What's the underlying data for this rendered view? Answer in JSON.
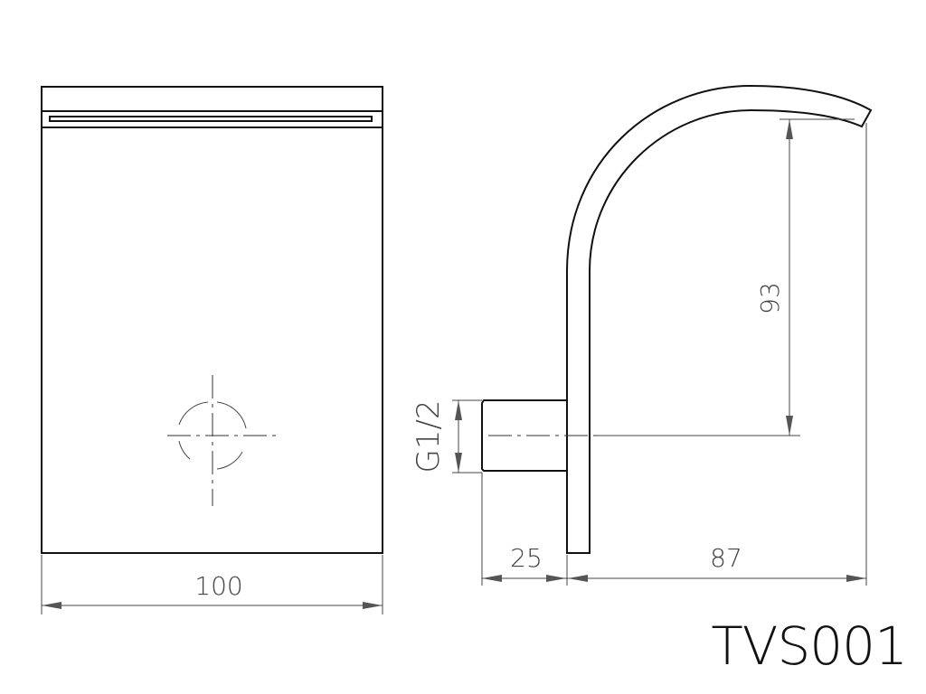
{
  "dimensions": {
    "width": "100",
    "offset": "25",
    "reach": "87",
    "height": "93",
    "thread": "G1/2"
  },
  "model_code": "TVS001"
}
